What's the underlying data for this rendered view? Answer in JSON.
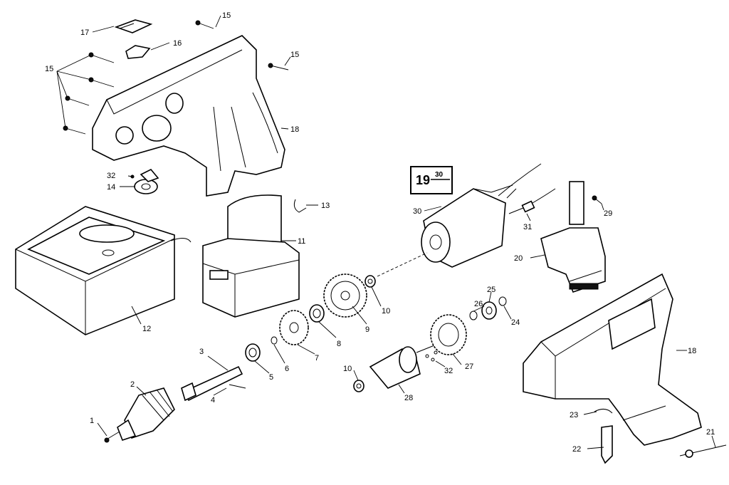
{
  "labels": {
    "p1": "1",
    "p2": "2",
    "p3": "3",
    "p4": "4",
    "p5": "5",
    "p6": "6",
    "p7": "7",
    "p8": "8",
    "p9": "9",
    "p10a": "10",
    "p10b": "10",
    "p11": "11",
    "p12": "12",
    "p13": "13",
    "p14": "14",
    "p15a": "15",
    "p15b": "15",
    "p15c": "15",
    "p16": "16",
    "p17": "17",
    "p18a": "18",
    "p18b": "18",
    "p20": "20",
    "p21": "21",
    "p22": "22",
    "p23": "23",
    "p24": "24",
    "p25": "25",
    "p26": "26",
    "p27": "27",
    "p28": "28",
    "p29": "29",
    "p30": "30",
    "p31": "31",
    "p32a": "32",
    "p32b": "32"
  },
  "kit_box": {
    "main": "19",
    "sub": "30"
  }
}
